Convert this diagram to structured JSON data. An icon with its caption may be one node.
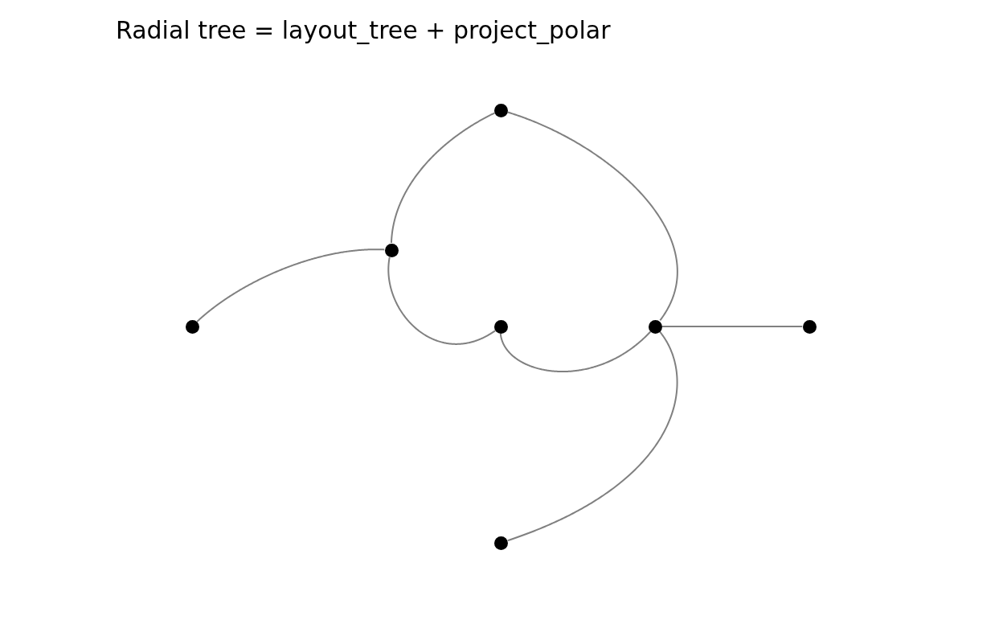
{
  "diagram": {
    "title": "Radial tree = layout_tree + project_polar",
    "nodes": [
      {
        "text": [],
        "shape": "circle"
      },
      {
        "text": [],
        "shape": "circle"
      },
      {
        "text": [],
        "shape": "circle"
      },
      {
        "text": [],
        "shape": "circle"
      },
      {
        "text": [],
        "shape": "circle"
      },
      {
        "text": [],
        "shape": "circle"
      },
      {
        "text": [],
        "shape": "circle"
      }
    ],
    "edges": [
      {
        "from": 0,
        "to": 1,
        "arrow": "none"
      },
      {
        "from": 0,
        "to": 4,
        "arrow": "none"
      },
      {
        "from": 1,
        "to": 2,
        "arrow": "none"
      },
      {
        "from": 1,
        "to": 3,
        "arrow": "none"
      },
      {
        "from": 3,
        "to": 4,
        "arrow": "none"
      },
      {
        "from": 4,
        "to": 5,
        "arrow": "none"
      },
      {
        "from": 4,
        "to": 6,
        "arrow": "none"
      }
    ]
  }
}
